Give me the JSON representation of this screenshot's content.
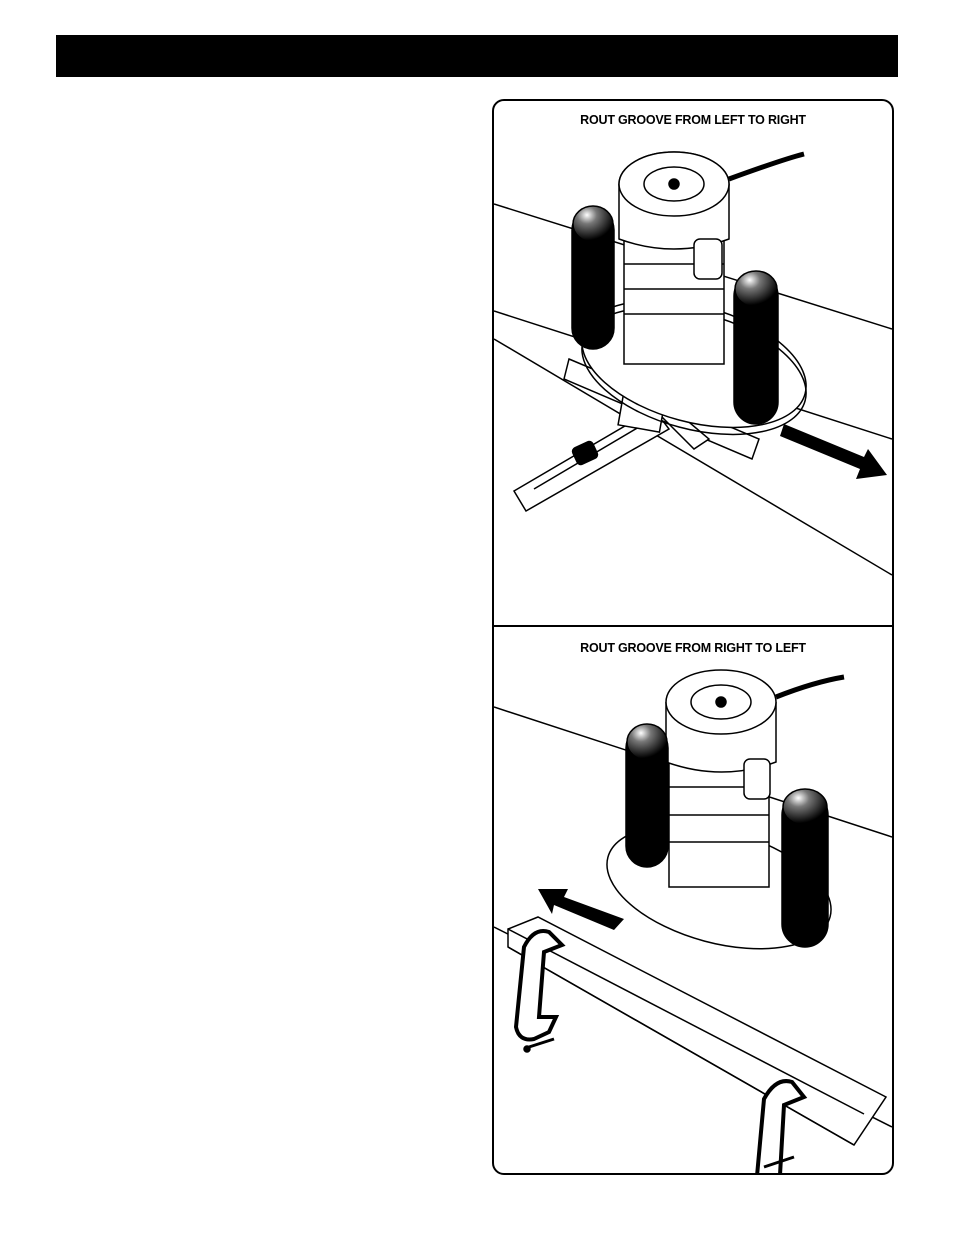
{
  "header": {
    "title": ""
  },
  "figures": [
    {
      "caption": "ROUT GROOVE FROM LEFT TO RIGHT",
      "arrow_direction": "right"
    },
    {
      "caption": "ROUT GROOVE FROM RIGHT TO LEFT",
      "arrow_direction": "left"
    }
  ],
  "colors": {
    "ink": "#000000",
    "paper": "#ffffff"
  },
  "icons": [
    "router-illustration",
    "edge-guide-illustration",
    "c-clamp-illustration",
    "arrow-right-icon",
    "arrow-left-icon"
  ]
}
